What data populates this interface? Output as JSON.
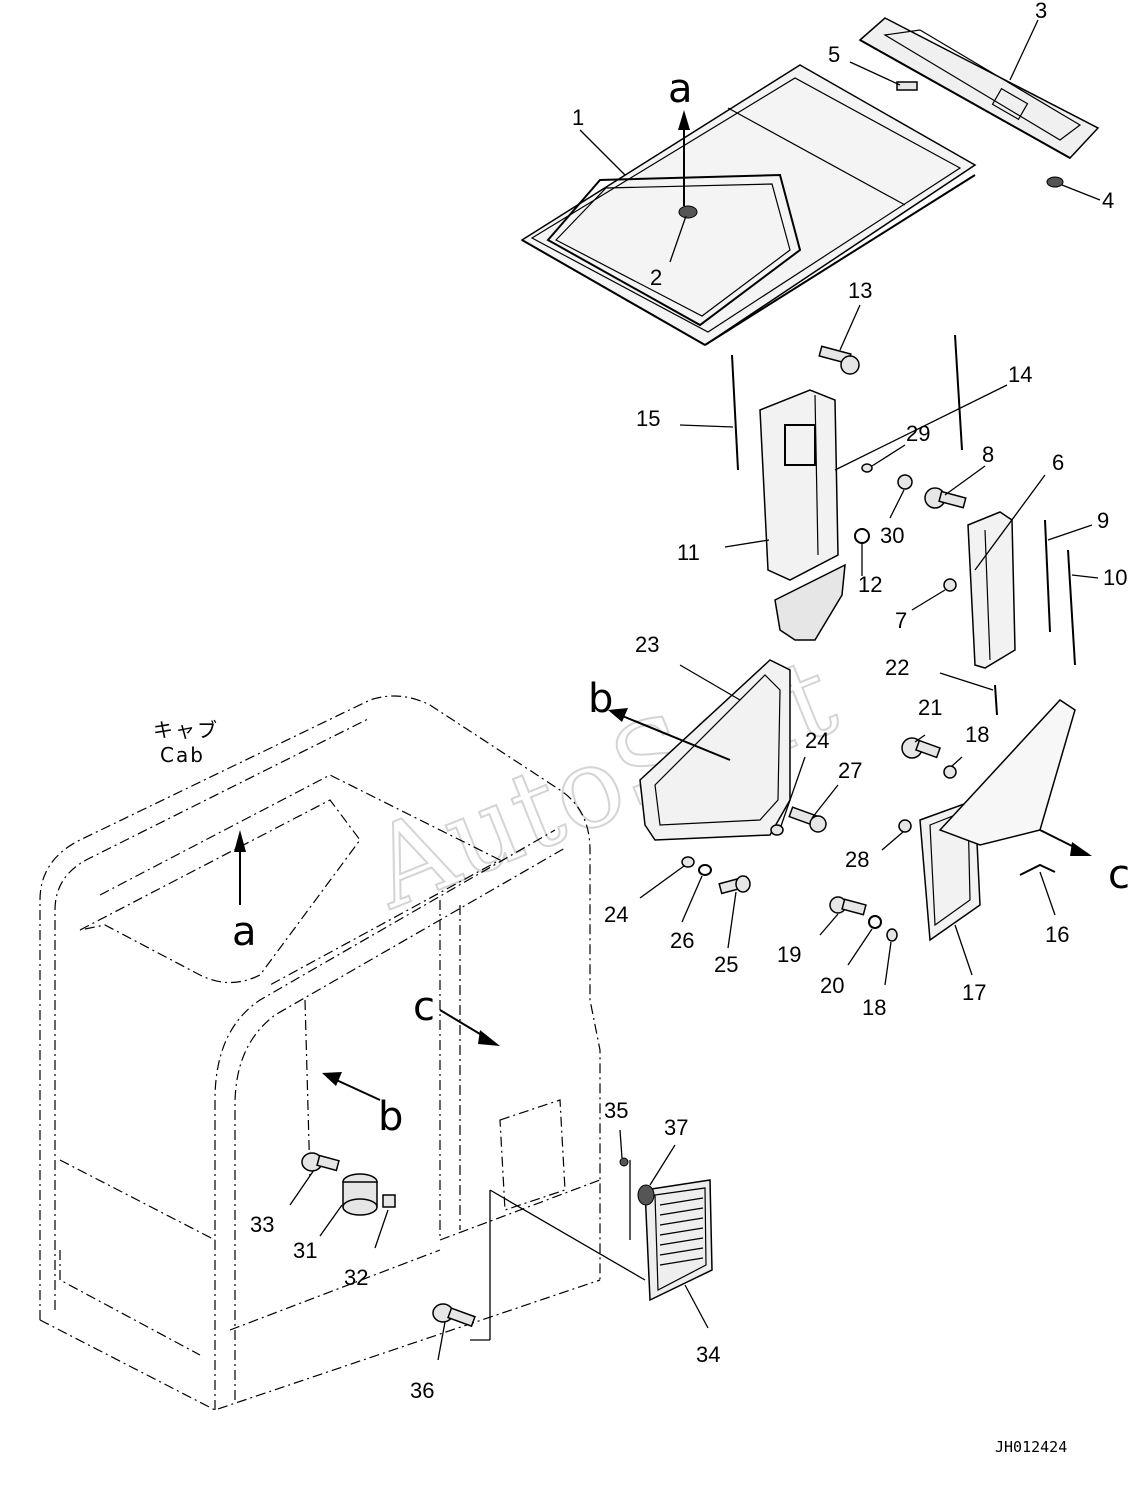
{
  "diagram": {
    "cab_label_jp": "キャブ",
    "cab_label_en": "Cab",
    "drawing_code": "JH012424",
    "watermark": "AutoSoft",
    "view_markers": {
      "a": "a",
      "b": "b",
      "c": "c"
    },
    "part_numbers": [
      "1",
      "2",
      "3",
      "4",
      "5",
      "6",
      "7",
      "8",
      "9",
      "10",
      "11",
      "12",
      "13",
      "14",
      "15",
      "16",
      "17",
      "18",
      "19",
      "20",
      "21",
      "22",
      "23",
      "24",
      "25",
      "26",
      "27",
      "28",
      "29",
      "30",
      "31",
      "32",
      "33",
      "34",
      "35",
      "36",
      "37"
    ],
    "repeated_labels": {
      "n18b": "18",
      "n24b": "24"
    }
  }
}
